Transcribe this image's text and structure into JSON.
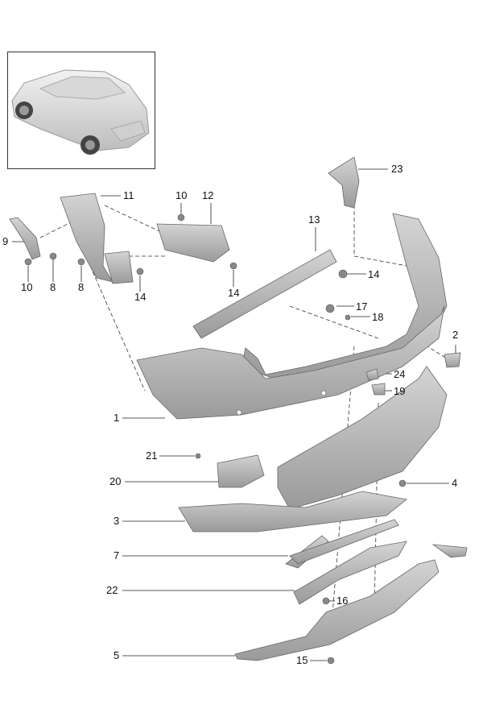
{
  "title": "Rear bumper parts diagram",
  "colors": {
    "part_fill": "#b9b9b9",
    "part_dark": "#8c8c8c",
    "leader": "#222222"
  },
  "callouts": [
    "23",
    "11",
    "10",
    "12",
    "9",
    "10",
    "8",
    "8",
    "14",
    "14",
    "13",
    "14",
    "17",
    "18",
    "2",
    "24",
    "19",
    "1",
    "21",
    "20",
    "4",
    "3",
    "7",
    "22",
    "16",
    "5",
    "15"
  ]
}
